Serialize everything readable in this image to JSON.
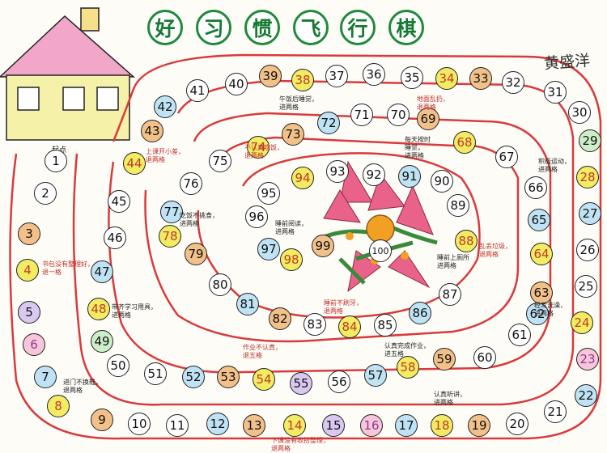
{
  "title_chars": [
    "好",
    "习",
    "惯",
    "飞",
    "行",
    "棋"
  ],
  "signature": "黄盛洋",
  "start_label": "起点",
  "colors": {
    "title_green": "#1f8a3a",
    "track_border": "#d93a3a",
    "roof_pink": "#f2a6c8",
    "house_yellow": "#f6f1a8",
    "cell_green": "#cdeec8",
    "cell_orange": "#f2c089",
    "cell_blue": "#bfe3f4",
    "cell_yellow": "#f2ec62",
    "cell_pink": "#f7c6d8",
    "cell_purple": "#d9c8ef"
  },
  "cells": [
    {
      "n": "1",
      "c": ""
    },
    {
      "n": "2",
      "c": ""
    },
    {
      "n": "3",
      "c": "orange"
    },
    {
      "n": "4",
      "c": "yellow"
    },
    {
      "n": "5",
      "c": "purple"
    },
    {
      "n": "6",
      "c": "pink"
    },
    {
      "n": "7",
      "c": "blue"
    },
    {
      "n": "8",
      "c": "yellow"
    },
    {
      "n": "9",
      "c": "orange"
    },
    {
      "n": "10",
      "c": ""
    },
    {
      "n": "11",
      "c": ""
    },
    {
      "n": "12",
      "c": "blue"
    },
    {
      "n": "13",
      "c": "orange"
    },
    {
      "n": "14",
      "c": "yellow"
    },
    {
      "n": "15",
      "c": "purple"
    },
    {
      "n": "16",
      "c": "pink"
    },
    {
      "n": "17",
      "c": "blue"
    },
    {
      "n": "18",
      "c": "yellow"
    },
    {
      "n": "19",
      "c": "orange"
    },
    {
      "n": "20",
      "c": ""
    },
    {
      "n": "21",
      "c": ""
    },
    {
      "n": "22",
      "c": "blue"
    },
    {
      "n": "23",
      "c": "pink"
    },
    {
      "n": "24",
      "c": "yellow"
    },
    {
      "n": "25",
      "c": ""
    },
    {
      "n": "26",
      "c": ""
    },
    {
      "n": "27",
      "c": "blue"
    },
    {
      "n": "28",
      "c": "yellow"
    },
    {
      "n": "29",
      "c": "green"
    },
    {
      "n": "30",
      "c": ""
    },
    {
      "n": "31",
      "c": ""
    },
    {
      "n": "32",
      "c": ""
    },
    {
      "n": "33",
      "c": "orange"
    },
    {
      "n": "34",
      "c": "yellow"
    },
    {
      "n": "35",
      "c": ""
    },
    {
      "n": "36",
      "c": ""
    },
    {
      "n": "37",
      "c": ""
    },
    {
      "n": "38",
      "c": "yellow"
    },
    {
      "n": "39",
      "c": "orange"
    },
    {
      "n": "40",
      "c": ""
    },
    {
      "n": "41",
      "c": ""
    },
    {
      "n": "42",
      "c": "blue"
    },
    {
      "n": "43",
      "c": "orange"
    },
    {
      "n": "44",
      "c": "yellow"
    },
    {
      "n": "45",
      "c": ""
    },
    {
      "n": "46",
      "c": ""
    },
    {
      "n": "47",
      "c": "blue"
    },
    {
      "n": "48",
      "c": "yellow"
    },
    {
      "n": "49",
      "c": "green"
    },
    {
      "n": "50",
      "c": ""
    },
    {
      "n": "51",
      "c": ""
    },
    {
      "n": "52",
      "c": "blue"
    },
    {
      "n": "53",
      "c": "orange"
    },
    {
      "n": "54",
      "c": "yellow"
    },
    {
      "n": "55",
      "c": "purple"
    },
    {
      "n": "56",
      "c": ""
    },
    {
      "n": "57",
      "c": "blue"
    },
    {
      "n": "58",
      "c": "yellow"
    },
    {
      "n": "59",
      "c": "orange"
    },
    {
      "n": "60",
      "c": ""
    },
    {
      "n": "61",
      "c": ""
    },
    {
      "n": "62",
      "c": "blue"
    },
    {
      "n": "63",
      "c": "orange"
    },
    {
      "n": "64",
      "c": "yellow"
    },
    {
      "n": "65",
      "c": "blue"
    },
    {
      "n": "66",
      "c": ""
    },
    {
      "n": "67",
      "c": ""
    },
    {
      "n": "68",
      "c": "yellow"
    },
    {
      "n": "69",
      "c": "orange"
    },
    {
      "n": "70",
      "c": ""
    },
    {
      "n": "71",
      "c": ""
    },
    {
      "n": "72",
      "c": "blue"
    },
    {
      "n": "73",
      "c": "orange"
    },
    {
      "n": "74",
      "c": "yellow"
    },
    {
      "n": "75",
      "c": ""
    },
    {
      "n": "76",
      "c": ""
    },
    {
      "n": "77",
      "c": "blue"
    },
    {
      "n": "78",
      "c": "yellow"
    },
    {
      "n": "79",
      "c": "orange"
    },
    {
      "n": "80",
      "c": ""
    },
    {
      "n": "81",
      "c": "blue"
    },
    {
      "n": "82",
      "c": "orange"
    },
    {
      "n": "83",
      "c": ""
    },
    {
      "n": "84",
      "c": "yellow"
    },
    {
      "n": "85",
      "c": ""
    },
    {
      "n": "86",
      "c": "blue"
    },
    {
      "n": "87",
      "c": ""
    },
    {
      "n": "88",
      "c": "yellow"
    },
    {
      "n": "89",
      "c": ""
    },
    {
      "n": "90",
      "c": ""
    },
    {
      "n": "91",
      "c": "blue"
    },
    {
      "n": "92",
      "c": ""
    },
    {
      "n": "93",
      "c": ""
    },
    {
      "n": "94",
      "c": "yellow"
    },
    {
      "n": "95",
      "c": ""
    },
    {
      "n": "96",
      "c": ""
    },
    {
      "n": "97",
      "c": "blue"
    },
    {
      "n": "98",
      "c": "yellow"
    },
    {
      "n": "99",
      "c": "orange"
    },
    {
      "n": "100",
      "c": ""
    }
  ],
  "notes": [
    {
      "t": "书包没有整理好，\n退一格",
      "red": true
    },
    {
      "t": "进门不换鞋，\n退两格",
      "red": false
    },
    {
      "t": "下课没有收拾整理，\n退两格",
      "red": true
    },
    {
      "t": "认真听讲，\n进两格",
      "red": false
    },
    {
      "t": "认真完成作业，\n进五格",
      "red": false
    },
    {
      "t": "作业不认真，\n退五格",
      "red": true
    },
    {
      "t": "带齐学习用具，\n进两格",
      "red": false
    },
    {
      "t": "上课开小差，\n退两格",
      "red": true
    },
    {
      "t": "吃饭不挑食，\n进两格",
      "red": false
    },
    {
      "t": "不认真吃饭，\n退两格",
      "red": true
    },
    {
      "t": "午饭后睡觉，\n进两格",
      "red": false
    },
    {
      "t": "地面乱扔，\n退两格",
      "red": true
    },
    {
      "t": "每天按时\n睡觉，\n进两格",
      "red": false
    },
    {
      "t": "积极运动，\n进两格",
      "red": false
    },
    {
      "t": "乱丢垃圾，\n退两格",
      "red": true
    },
    {
      "t": "经常洗澡，\n进两格",
      "red": false
    },
    {
      "t": "睡前阅读，\n进两格",
      "red": false
    },
    {
      "t": "睡前不刷牙，\n退两格",
      "red": true
    },
    {
      "t": "睡前上厕所\n进两格",
      "red": false
    }
  ]
}
